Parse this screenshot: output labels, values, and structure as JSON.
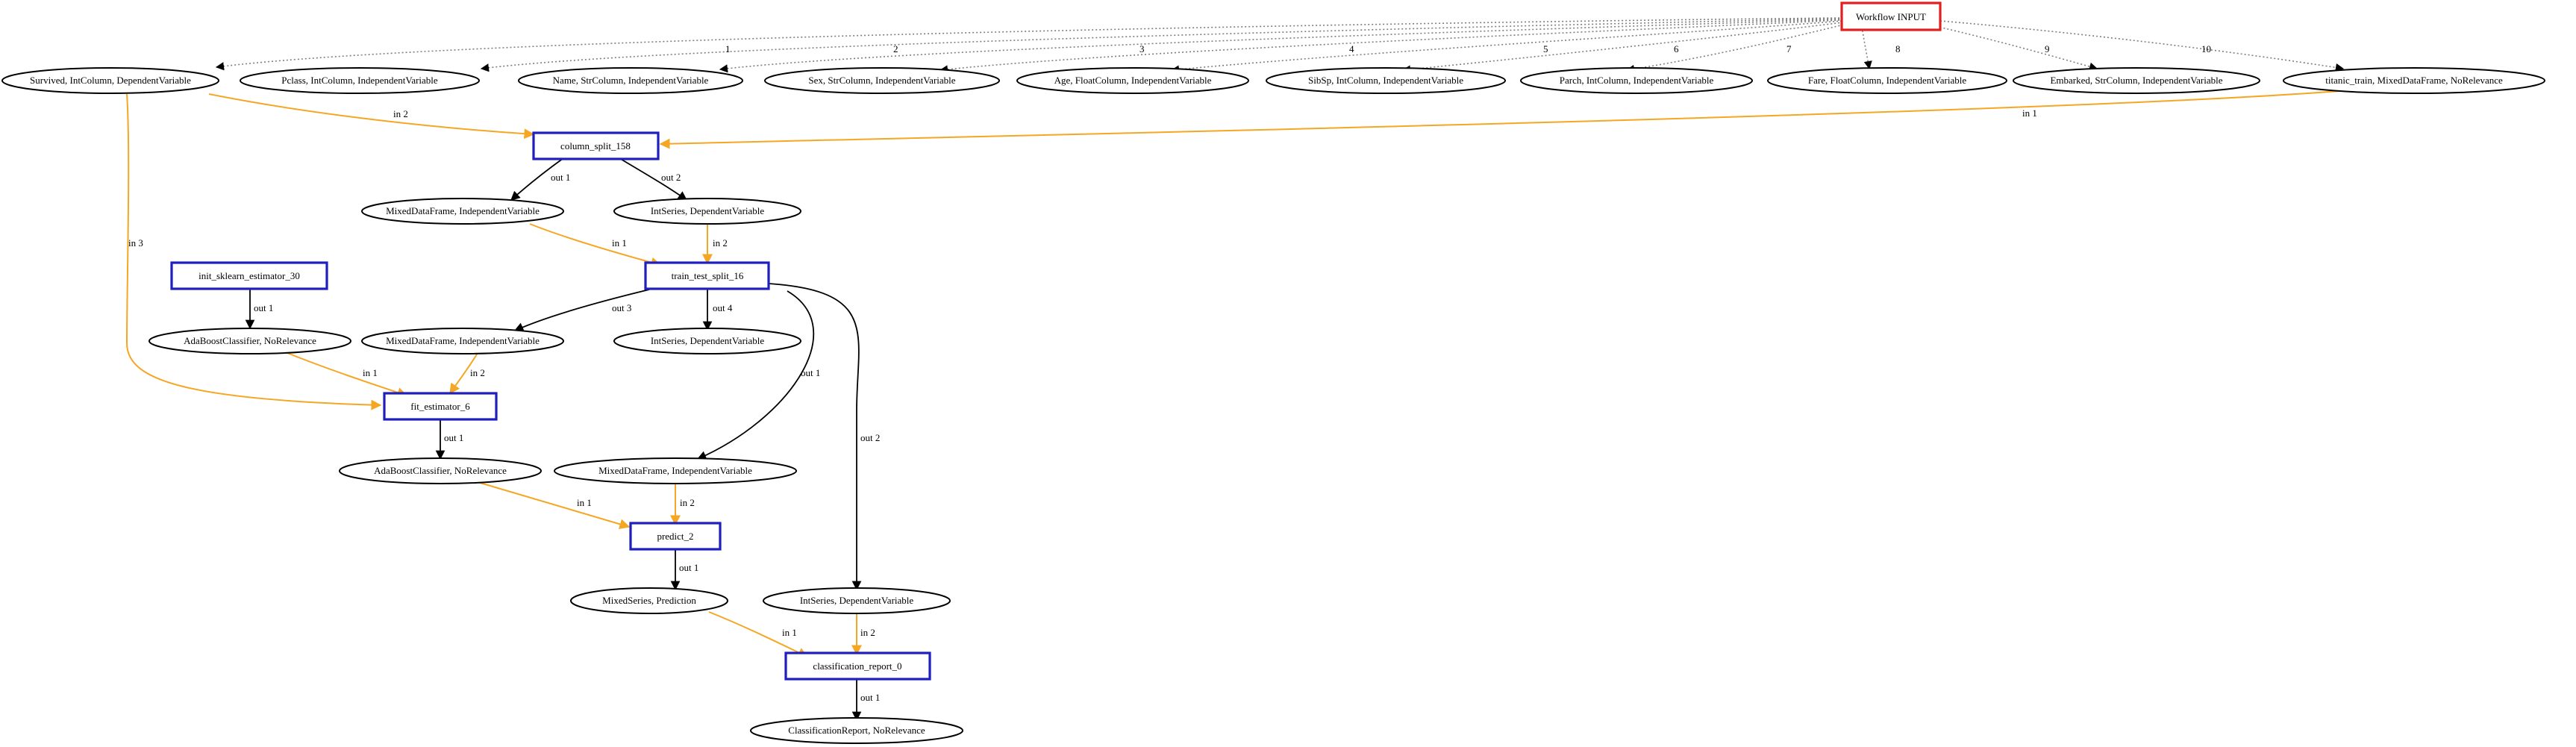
{
  "colors": {
    "process_border": "#1f1fbf",
    "input_border": "#e02020",
    "data_edge": "#f5a623",
    "output_edge": "#000000",
    "input_edge": "#7f7f7f"
  },
  "nodes": {
    "workflow_input": "Workflow INPUT",
    "survived": "Survived, IntColumn, DependentVariable",
    "pclass": "Pclass, IntColumn, IndependentVariable",
    "name": "Name, StrColumn, IndependentVariable",
    "sex": "Sex, StrColumn, IndependentVariable",
    "age": "Age, FloatColumn, IndependentVariable",
    "sibsp": "SibSp, IntColumn, IndependentVariable",
    "parch": "Parch, IntColumn, IndependentVariable",
    "fare": "Fare, FloatColumn, IndependentVariable",
    "embarked": "Embarked, StrColumn, IndependentVariable",
    "titanic_train": "titanic_train, MixedDataFrame, NoRelevance",
    "column_split": "column_split_158",
    "mdf_independent_1": "MixedDataFrame, IndependentVariable",
    "intseries_dependent_1": "IntSeries, DependentVariable",
    "init_estimator": "init_sklearn_estimator_30",
    "train_test_split": "train_test_split_16",
    "adaboost_1": "AdaBoostClassifier, NoRelevance",
    "mdf_independent_2": "MixedDataFrame, IndependentVariable",
    "intseries_dependent_2": "IntSeries, DependentVariable",
    "fit_estimator": "fit_estimator_6",
    "adaboost_2": "AdaBoostClassifier, NoRelevance",
    "mdf_independent_3": "MixedDataFrame, IndependentVariable",
    "predict": "predict_2",
    "mixedseries_prediction": "MixedSeries, Prediction",
    "intseries_dependent_3": "IntSeries, DependentVariable",
    "classification_report": "classification_report_0",
    "classification_report_out": "ClassificationReport, NoRelevance"
  },
  "edge_labels": {
    "input_1": "1",
    "input_2": "2",
    "input_3": "3",
    "input_4": "4",
    "input_5": "5",
    "input_6": "6",
    "input_7": "7",
    "input_8": "8",
    "input_9": "9",
    "input_10": "10",
    "titanic_to_split": "in 1",
    "survived_to_split": "in 2",
    "survived_to_fit": "in 3",
    "split_out_1": "out 1",
    "split_out_2": "out 2",
    "mdf_to_tts": "in 1",
    "ints_to_tts": "in 2",
    "init_out_1": "out 1",
    "tts_out_3": "out 3",
    "tts_out_4": "out 4",
    "tts_out_1": "out 1",
    "tts_out_2": "out 2",
    "ada_to_fit": "in 1",
    "mdf_to_fit": "in 2",
    "fit_out_1": "out 1",
    "ada_to_predict": "in 1",
    "mdf_to_predict": "in 2",
    "predict_out_1": "out 1",
    "pred_to_report": "in 1",
    "ints_to_report": "in 2",
    "report_out_1": "out 1"
  }
}
